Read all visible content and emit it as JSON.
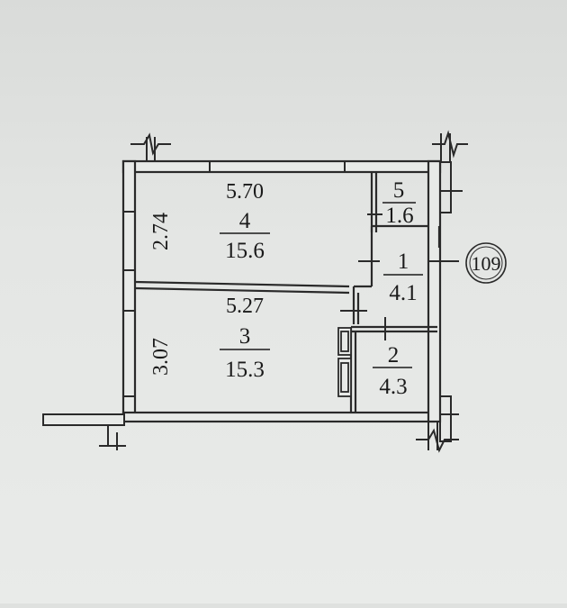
{
  "rooms": [
    {
      "number": "4",
      "area": "15.6",
      "length": "5.70",
      "width": "2.74"
    },
    {
      "number": "3",
      "area": "15.3",
      "length": "5.27",
      "width": "3.07"
    },
    {
      "number": "5",
      "area": "1.6"
    },
    {
      "number": "1",
      "area": "4.1"
    },
    {
      "number": "2",
      "area": "4.3"
    }
  ],
  "unit_marker": "109",
  "colors": {
    "line": "#2a2a2a",
    "wall_fill": "#e8eae8",
    "paper": "#dfe1df"
  }
}
